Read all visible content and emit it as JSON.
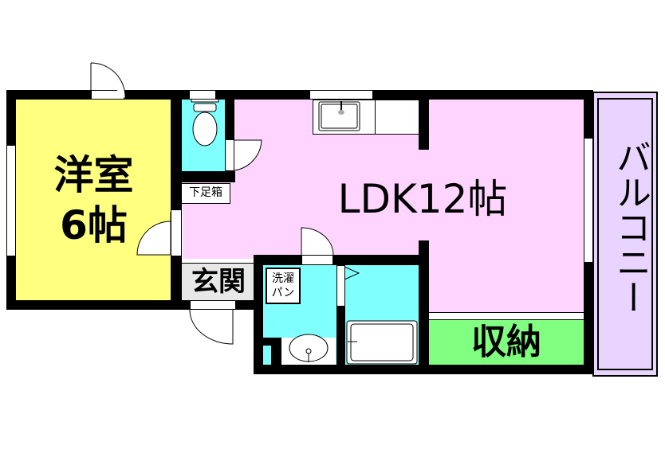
{
  "floorplan": {
    "rooms": {
      "western_room": {
        "name": "洋室",
        "size": "6帖",
        "color": "#FFFF80"
      },
      "ldk": {
        "name": "LDK12帖",
        "color": "#FFD4FF"
      },
      "storage": {
        "name": "収納",
        "color": "#80FF80"
      },
      "balcony": {
        "name": "バルコニー",
        "color": "#E8D4FF"
      },
      "entrance": {
        "name": "玄関",
        "color": "#E8E8E8"
      },
      "shoe_box": {
        "name": "下足箱"
      },
      "washer_pan": {
        "line1": "洗濯",
        "line2": "パン"
      },
      "toilet": {
        "color": "#80FFFF"
      },
      "washroom": {
        "color": "#80FFFF"
      },
      "bathroom": {
        "color": "#80FFFF"
      }
    },
    "wall_color": "#000000"
  }
}
